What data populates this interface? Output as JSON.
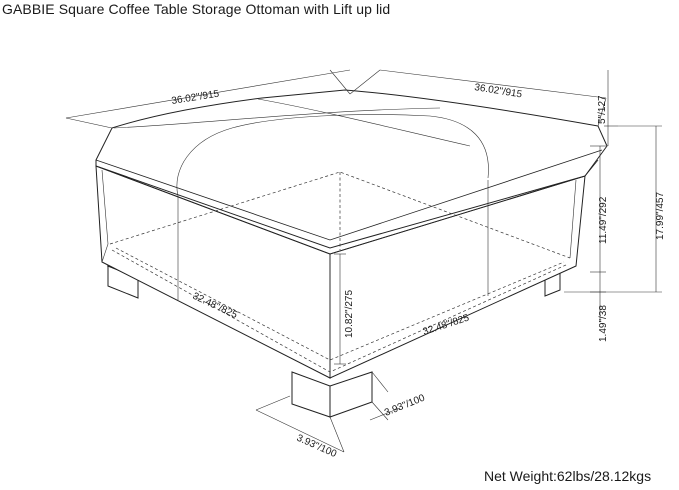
{
  "title": "GABBIE Square Coffee Table Storage Ottoman with Lift up lid",
  "net_weight": "Net Weight:62lbs/28.12kgs",
  "dimensions": {
    "top_width_left": "36.02\"/915",
    "top_width_right": "36.02\"/915",
    "lid_height": "5\"/127",
    "total_height": "17.99\"/457",
    "storage_height": "11.49\"/292",
    "leg_height": "1.49\"/38",
    "inner_height": "10.82\"/275",
    "base_depth_left": "32.48\"/825",
    "base_depth_right": "32.48\"/825",
    "leg_width_right": "3.93\"/100",
    "leg_width_left": "3.93\"/100"
  }
}
